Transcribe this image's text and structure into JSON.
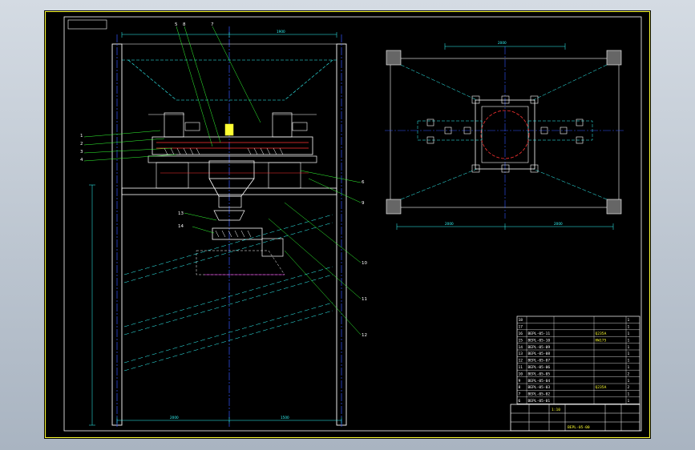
{
  "colors": {
    "frame": "#ffff33",
    "outline": "#ffffff",
    "dim": "#33ffff",
    "centerline": "#3355ff",
    "leader": "#33ff33",
    "red": "#ff3333",
    "magenta": "#ff33ff",
    "yellow": "#ffff33"
  },
  "part_labels": [
    "1",
    "2",
    "3",
    "4",
    "5",
    "6",
    "7",
    "8",
    "9",
    "10",
    "11",
    "12",
    "13",
    "14"
  ],
  "dimensions": {
    "front_top": "1900",
    "front_bottom_left": "2000",
    "front_bottom_right": "1500",
    "plan_top": "2000",
    "plan_bottom_left": "2000",
    "plan_bottom_right": "2000"
  },
  "bom": {
    "rows": [
      {
        "no": "18",
        "code": "",
        "name": "",
        "material": "",
        "qty": "1"
      },
      {
        "no": "17",
        "code": "",
        "name": "",
        "material": "",
        "qty": "1"
      },
      {
        "no": "16",
        "code": "BEPL-05-11",
        "name": "",
        "material": "Q235A",
        "qty": "1"
      },
      {
        "no": "15",
        "code": "BEPL-05-10",
        "name": "",
        "material": "HW175",
        "qty": "1"
      },
      {
        "no": "14",
        "code": "BEPL-05-09",
        "name": "",
        "material": "",
        "qty": "1"
      },
      {
        "no": "13",
        "code": "BEPL-05-08",
        "name": "",
        "material": "",
        "qty": "1"
      },
      {
        "no": "12",
        "code": "BEPL-05-07",
        "name": "",
        "material": "",
        "qty": "1"
      },
      {
        "no": "11",
        "code": "BEPL-05-06",
        "name": "",
        "material": "",
        "qty": "1"
      },
      {
        "no": "10",
        "code": "BEPL-05-05",
        "name": "",
        "material": "",
        "qty": "2"
      },
      {
        "no": "9",
        "code": "BEPL-05-04",
        "name": "",
        "material": "",
        "qty": "1"
      },
      {
        "no": "8",
        "code": "BEPL-05-03",
        "name": "",
        "material": "Q235A",
        "qty": "2"
      },
      {
        "no": "7",
        "code": "BEPL-05-02",
        "name": "",
        "material": "",
        "qty": "1"
      },
      {
        "no": "6",
        "code": "BEPL-05-01",
        "name": "",
        "material": "",
        "qty": "1"
      }
    ]
  },
  "title_block": {
    "scale": "1:10",
    "drawing_no": "BEPL-05-00"
  }
}
